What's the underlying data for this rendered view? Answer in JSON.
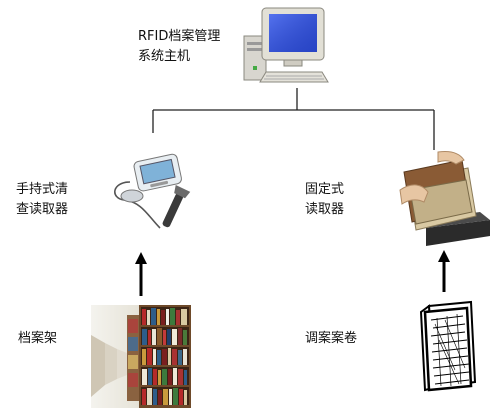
{
  "diagram": {
    "host": {
      "label": "RFID档案管理\n系统主机",
      "icon": "desktop-computer-icon"
    },
    "handheld_reader": {
      "label": "手持式清\n查读取器",
      "icon": "handheld-reader-icon"
    },
    "fixed_reader": {
      "label": "固定式\n读取器",
      "icon": "fixed-reader-icon"
    },
    "archive_shelf": {
      "label": "档案架",
      "icon": "bookshelf-photo"
    },
    "retrieved_files": {
      "label": "调案案卷",
      "icon": "binder-folder-icon"
    }
  }
}
